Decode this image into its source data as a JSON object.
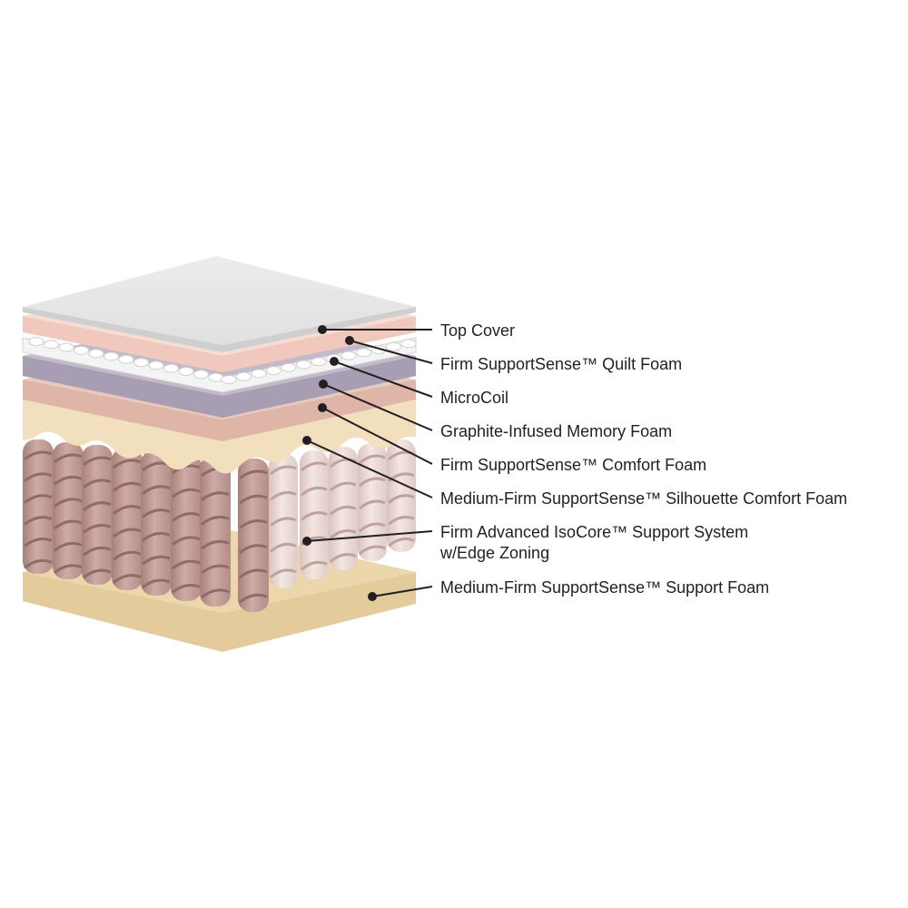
{
  "colors": {
    "top_cover": "#e6e6e7",
    "quilt_foam": "#f3d2c8",
    "microcoil": "#ffffff",
    "memory_foam": "#b7adc0",
    "comfort_foam": "#e5c2b6",
    "silhouette_foam": "#f1dfbd",
    "coil_dark": "#c5a09b",
    "coil_light": "#ecd9d6",
    "support_foam": "#ecd7ad",
    "text": "#231f20"
  },
  "layers": [
    {
      "label_lines": [
        "Top Cover"
      ]
    },
    {
      "label_lines": [
        "Firm SupportSense™ Quilt Foam"
      ]
    },
    {
      "label_lines": [
        "MicroCoil"
      ]
    },
    {
      "label_lines": [
        "Graphite-Infused Memory Foam"
      ]
    },
    {
      "label_lines": [
        "Firm SupportSense™ Comfort Foam"
      ]
    },
    {
      "label_lines": [
        "Medium-Firm SupportSense™ Silhouette Comfort Foam"
      ]
    },
    {
      "label_lines": [
        "Firm Advanced IsoCore™ Support System",
        "w/Edge Zoning"
      ]
    },
    {
      "label_lines": [
        "Medium-Firm SupportSense™ Support Foam"
      ]
    }
  ]
}
